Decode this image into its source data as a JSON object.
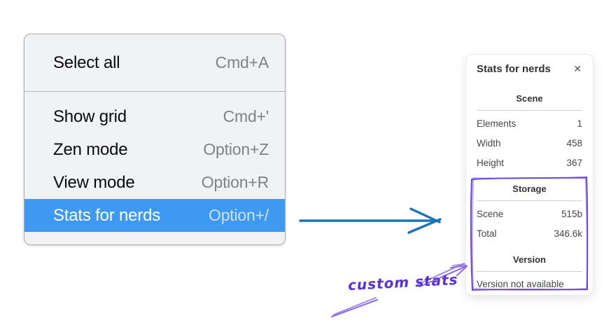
{
  "menu": {
    "items": [
      {
        "label": "Select all",
        "shortcut": "Cmd+A",
        "highlighted": false
      },
      {
        "label": "Show grid",
        "shortcut": "Cmd+'",
        "highlighted": false
      },
      {
        "label": "Zen mode",
        "shortcut": "Option+Z",
        "highlighted": false
      },
      {
        "label": "View mode",
        "shortcut": "Option+R",
        "highlighted": false
      },
      {
        "label": "Stats for nerds",
        "shortcut": "Option+/",
        "highlighted": true
      }
    ]
  },
  "panel": {
    "title": "Stats for nerds",
    "close_icon": "✕",
    "sections": [
      {
        "header": "Scene",
        "rows": [
          {
            "label": "Elements",
            "value": "1"
          },
          {
            "label": "Width",
            "value": "458"
          },
          {
            "label": "Height",
            "value": "367"
          }
        ]
      },
      {
        "header": "Storage",
        "rows": [
          {
            "label": "Scene",
            "value": "515b"
          },
          {
            "label": "Total",
            "value": "346.6k"
          }
        ]
      },
      {
        "header": "Version",
        "rows": [],
        "note": "Version not available"
      }
    ]
  },
  "annotation": {
    "label": "custom stats"
  },
  "colors": {
    "menu_highlight": "#3d9af0",
    "menu_background": "#f1f2f4",
    "flow_arrow_blue": "#1d72b8",
    "annotation_purple": "#6741d9",
    "annotation_purple_light": "#8a6ce6"
  }
}
